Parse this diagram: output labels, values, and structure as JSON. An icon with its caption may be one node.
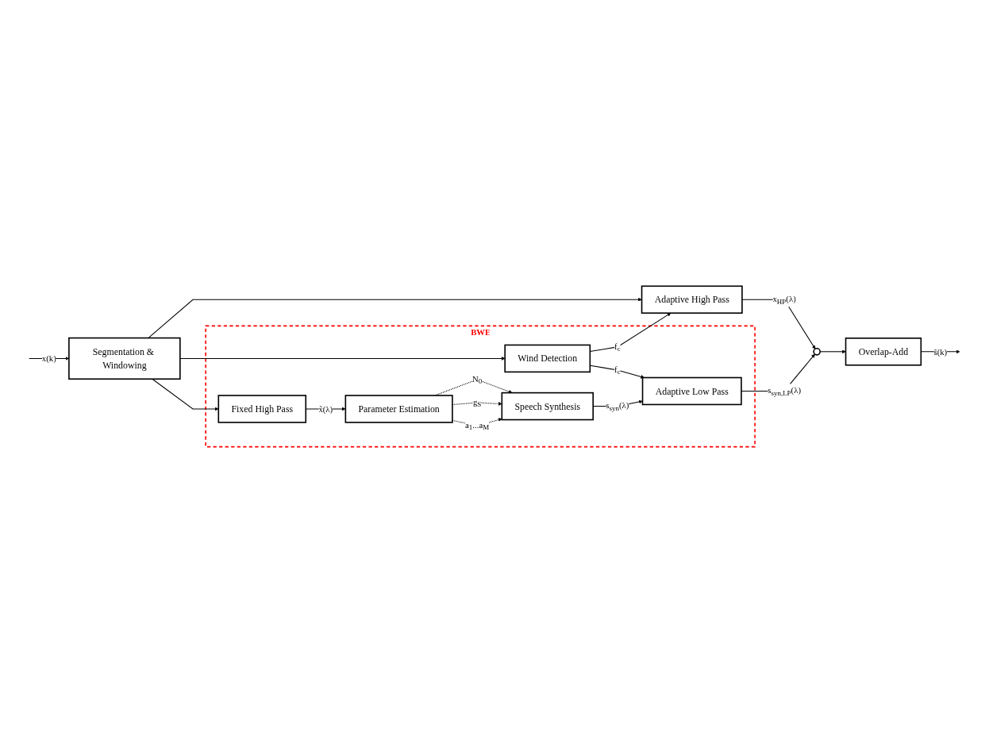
{
  "diagram": {
    "nodes": [
      {
        "text": [
          "BWE"
        ]
      },
      {
        "text": [
          "Segmentation & Windowing"
        ]
      },
      {
        "text": [
          "Adaptive High Pass"
        ]
      },
      {
        "text": [],
        "shape": "circle"
      },
      {
        "text": [
          "Overlap-Add"
        ]
      },
      {
        "text": [
          "Wind Detection"
        ],
        "in": 0
      },
      {
        "text": [
          "Adaptive Low Pass"
        ],
        "in": 0
      },
      {
        "text": [
          "Fixed High Pass"
        ],
        "in": 0
      },
      {
        "text": [
          "Parameter Estimation"
        ],
        "in": 0
      },
      {
        "text": [
          "Speech Synthesis"
        ],
        "in": 0
      }
    ],
    "edges": [
      {
        "from": null,
        "to": 1,
        "arrow": "to",
        "label": "x(k)"
      },
      {
        "from": 1,
        "to": 2,
        "arrow": "to"
      },
      {
        "from": 1,
        "to": 5,
        "arrow": "to"
      },
      {
        "from": 1,
        "to": 7,
        "arrow": "to"
      },
      {
        "from": 2,
        "to": 3,
        "arrow": "to",
        "label": "x$_{HP}$(λ)"
      },
      {
        "from": 3,
        "to": 4,
        "arrow": "to"
      },
      {
        "from": 4,
        "to": null,
        "arrow": "to",
        "label": "ŝ(k)"
      },
      {
        "from": 5,
        "to": 2,
        "arrow": "to",
        "label": "f$_{c}$"
      },
      {
        "from": 5,
        "to": 6,
        "arrow": "to",
        "label": "f$_{c}$"
      },
      {
        "from": 6,
        "to": 3,
        "arrow": "to",
        "label": "s$_{syn,LP}$(λ)"
      },
      {
        "from": 7,
        "to": 8,
        "arrow": "to",
        "label": "x̃(λ)"
      },
      {
        "from": 8,
        "to": 9,
        "arrow": "to",
        "style": "dashed",
        "label": "N$_{0}$"
      },
      {
        "from": 8,
        "to": 9,
        "arrow": "to",
        "style": "dashed",
        "label": "g$_{S}$"
      },
      {
        "from": 8,
        "to": 9,
        "arrow": "to",
        "style": "dashed",
        "label": "a$_{1}$...a$_{M}$"
      },
      {
        "from": 9,
        "to": 6,
        "arrow": "to",
        "label": "s$_{syn}$(λ)"
      }
    ]
  }
}
